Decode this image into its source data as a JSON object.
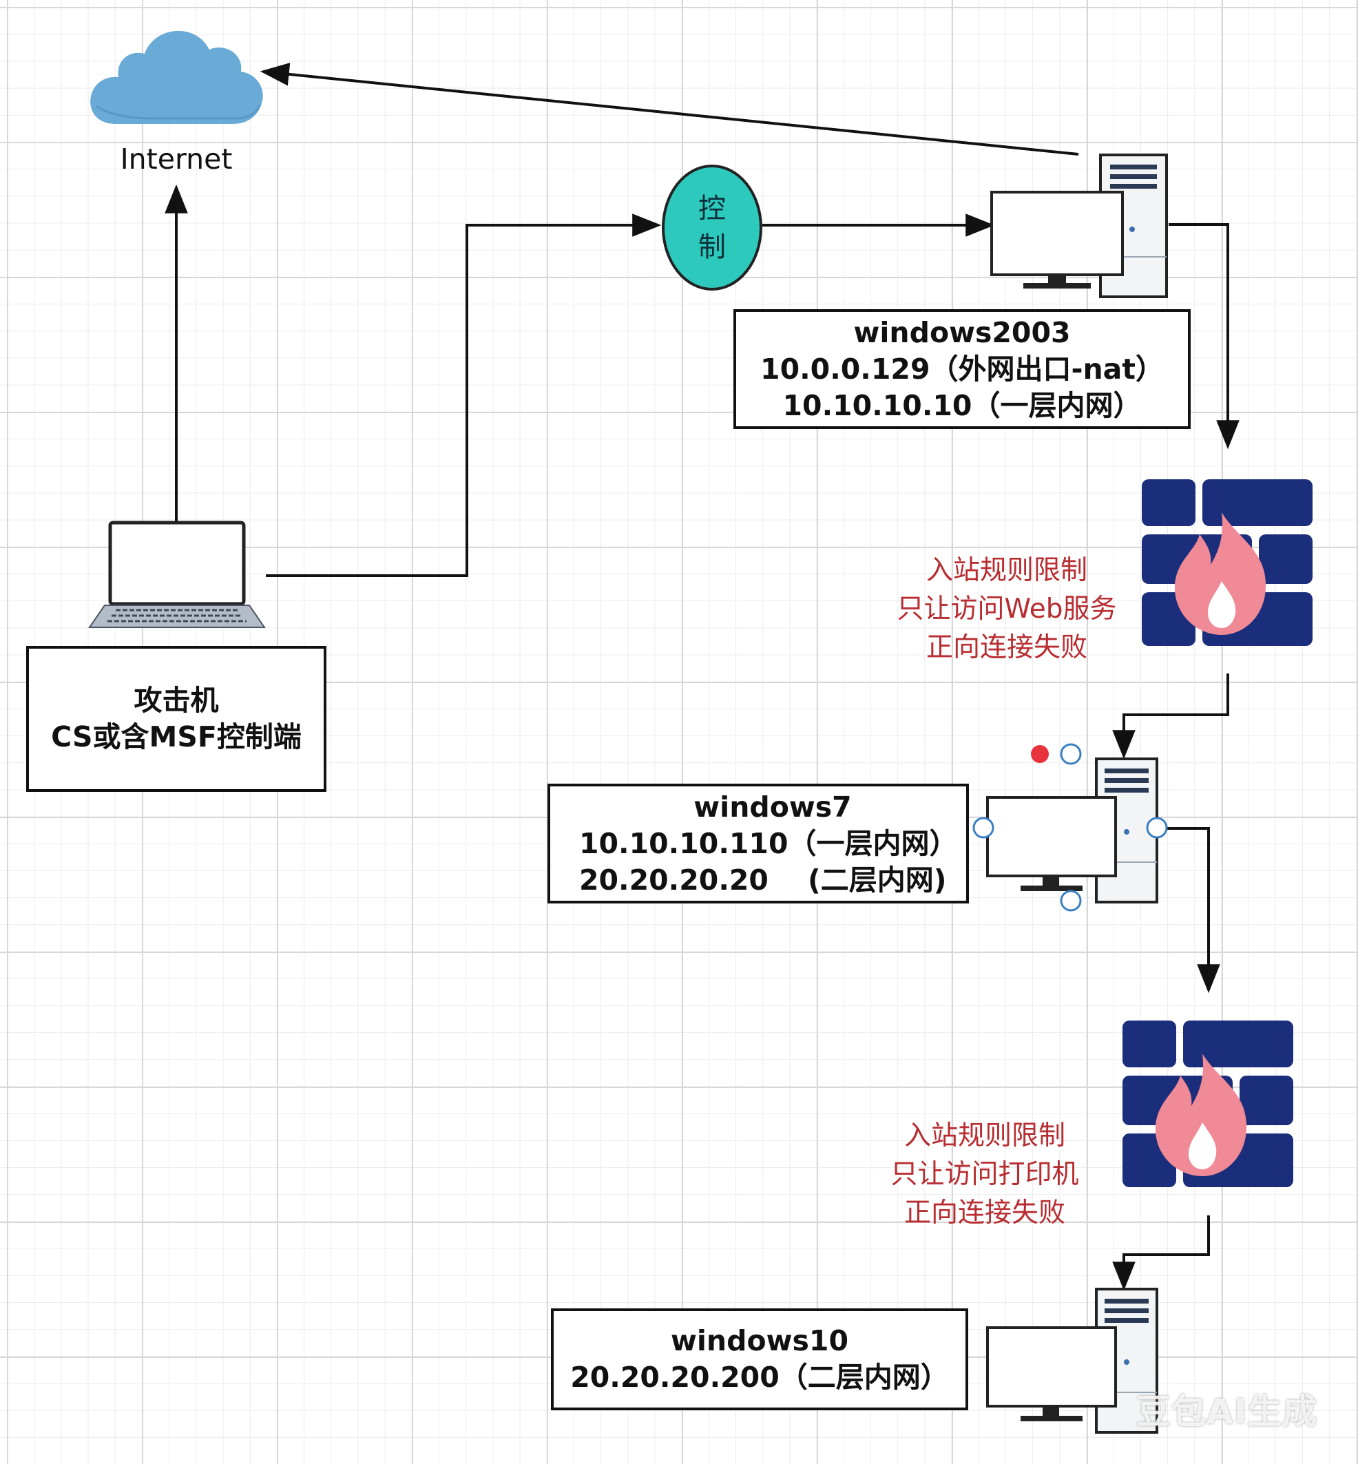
{
  "internet": {
    "label": "Internet"
  },
  "control": {
    "line1": "控",
    "line2": "制"
  },
  "attacker": {
    "line1": "攻击机",
    "line2": "CS或含MSF控制端"
  },
  "win2003": {
    "line1": "windows2003",
    "line2": "10.0.0.129（外网出口-nat）",
    "line3": "10.10.10.10（一层内网）"
  },
  "firewall1_note": {
    "line1": "入站规则限制",
    "line2": "只让访问Web服务",
    "line3": "正向连接失败"
  },
  "win7": {
    "line1": "windows7",
    "line2": "10.10.10.110（一层内网）",
    "line3": "20.20.20.20    (二层内网)"
  },
  "firewall2_note": {
    "line1": "入站规则限制",
    "line2": "只让访问打印机",
    "line3": "正向连接失败"
  },
  "win10": {
    "line1": "windows10",
    "line2": "20.20.20.200（二层内网）"
  },
  "watermark": "豆包AI生成",
  "colors": {
    "cloud": "#6aaad6",
    "control_node": "#2ec9bd",
    "firewall_brick": "#1b2e7c",
    "flame": "#f08a96",
    "note_text": "#b82d31",
    "selection_handle": "#3a7fc1",
    "selection_dot": "#e8323c"
  }
}
